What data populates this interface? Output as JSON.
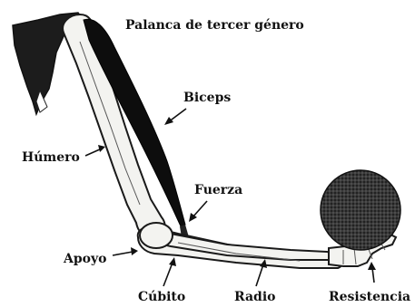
{
  "title": "Palanca de tercer género",
  "labels": {
    "biceps": "Biceps",
    "humero": "Húmero",
    "fuerza": "Fuerza",
    "apoyo": "Apoyo",
    "cubito": "Cúbito",
    "radio": "Radio",
    "resistencia": "Resistencia"
  },
  "colors": {
    "ink": "#111111",
    "bone_fill": "#f3f3f0",
    "muscle": "#0d0d0d",
    "ball": "#2a2a2a"
  }
}
